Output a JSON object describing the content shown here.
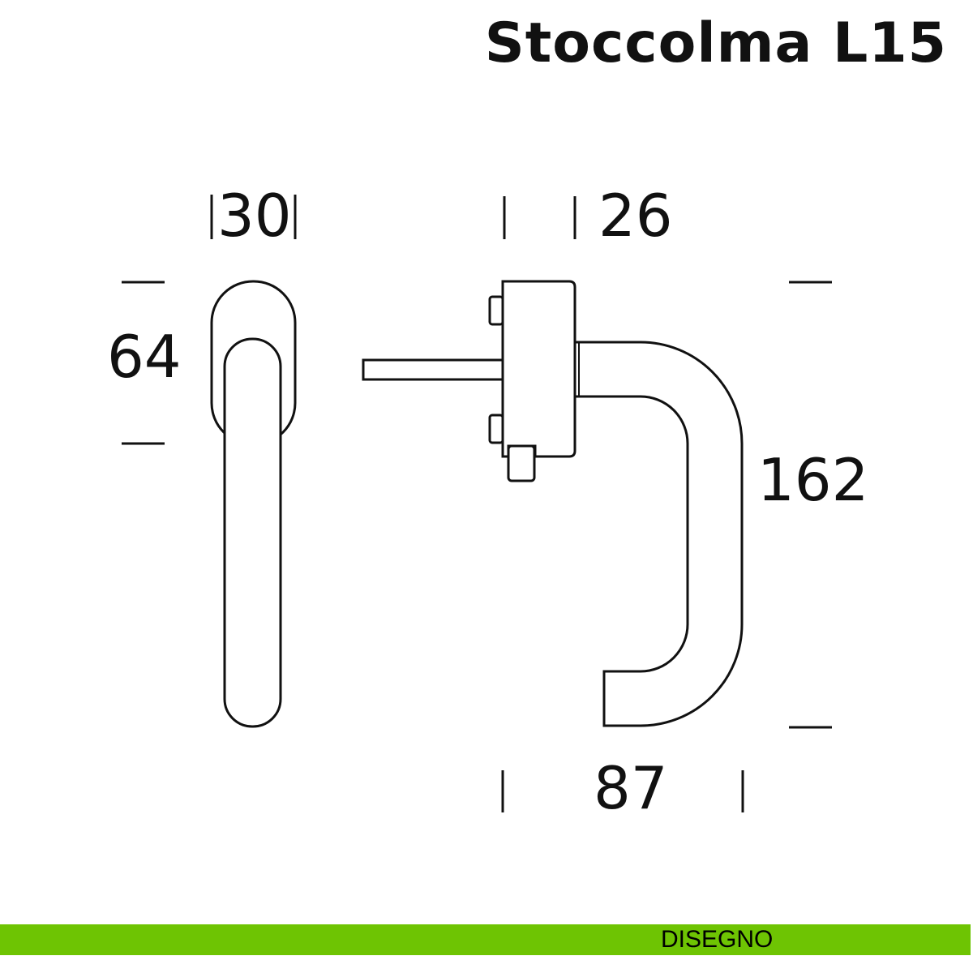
{
  "title": "Stoccolma L15",
  "dimensions": {
    "front_width": "30",
    "rosette_height": "64",
    "depth": "26",
    "total_height": "162",
    "projection": "87"
  },
  "footer": {
    "label": "DISEGNO"
  },
  "colors": {
    "accent": "#6ec403",
    "line": "#111111"
  }
}
